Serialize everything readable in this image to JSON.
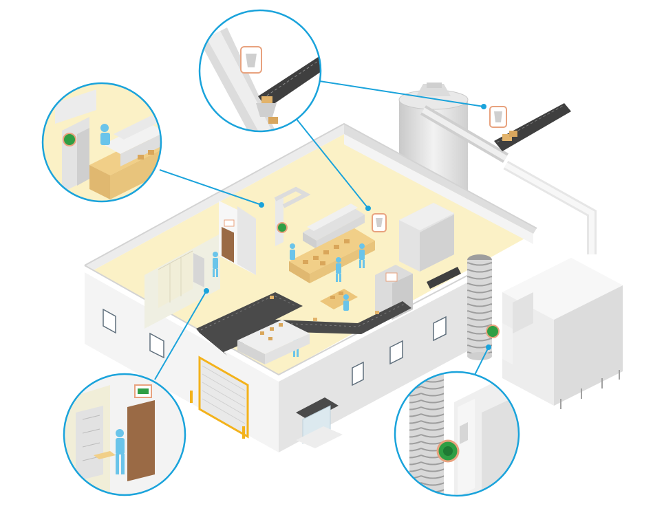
{
  "figure": {
    "palette": {
      "accent_line": "#1aa3db",
      "callout_ring": "#1aa3db",
      "floor": "#fbf1c6",
      "wall": "#f4f4f4",
      "wall_side": "#e6e6e6",
      "conveyor": "#4a4a4a",
      "sensor_green": "#2f9e44",
      "sensor_ring": "#e8a27e",
      "worker": "#6ac4ea",
      "crate": "#e7b86a",
      "door": "#9a6a45",
      "rolling_door": "#e9e9e9",
      "bollard": "#f3b21b",
      "silo": "#d8d8d8"
    },
    "icons": [
      "building-icon",
      "silo-icon",
      "conveyor-icon",
      "dust-collector-icon",
      "spiral-duct-icon",
      "worker-icon",
      "sensor-icon",
      "hopper-icon",
      "rolling-door-icon",
      "entrance-canopy-icon"
    ],
    "callouts": [
      {
        "id": "silo-conveyor",
        "icon": "hopper-icon"
      },
      {
        "id": "packaging-machine",
        "icon": "sensor-icon"
      },
      {
        "id": "storage-room-door",
        "icon": "sensor-icon"
      },
      {
        "id": "dust-collector-duct",
        "icon": "sensor-icon"
      }
    ]
  }
}
